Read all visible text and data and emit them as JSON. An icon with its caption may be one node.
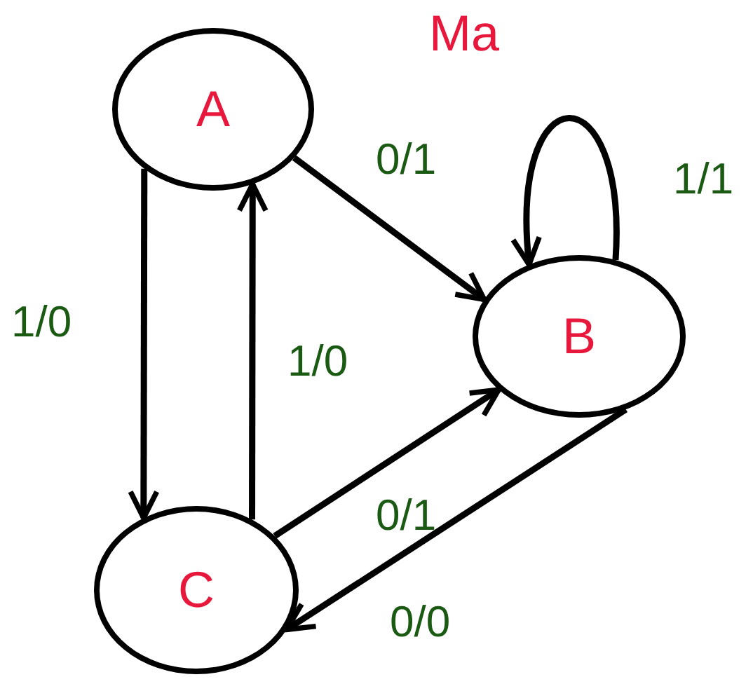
{
  "diagram": {
    "title": "Ma",
    "nodes": [
      {
        "text": [
          "A"
        ]
      },
      {
        "text": [
          "B"
        ]
      },
      {
        "text": [
          "C"
        ]
      }
    ],
    "edges": [
      {
        "from": 0,
        "to": 1,
        "arrow": "to",
        "label": "0/1"
      },
      {
        "from": 1,
        "to": 1,
        "arrow": "to",
        "label": "1/1"
      },
      {
        "from": 0,
        "to": 2,
        "arrow": "to",
        "label": "1/0"
      },
      {
        "from": 2,
        "to": 0,
        "arrow": "to",
        "label": "1/0"
      },
      {
        "from": 2,
        "to": 1,
        "arrow": "to",
        "label": "0/1"
      },
      {
        "from": 1,
        "to": 2,
        "arrow": "to",
        "label": "0/0"
      }
    ]
  }
}
